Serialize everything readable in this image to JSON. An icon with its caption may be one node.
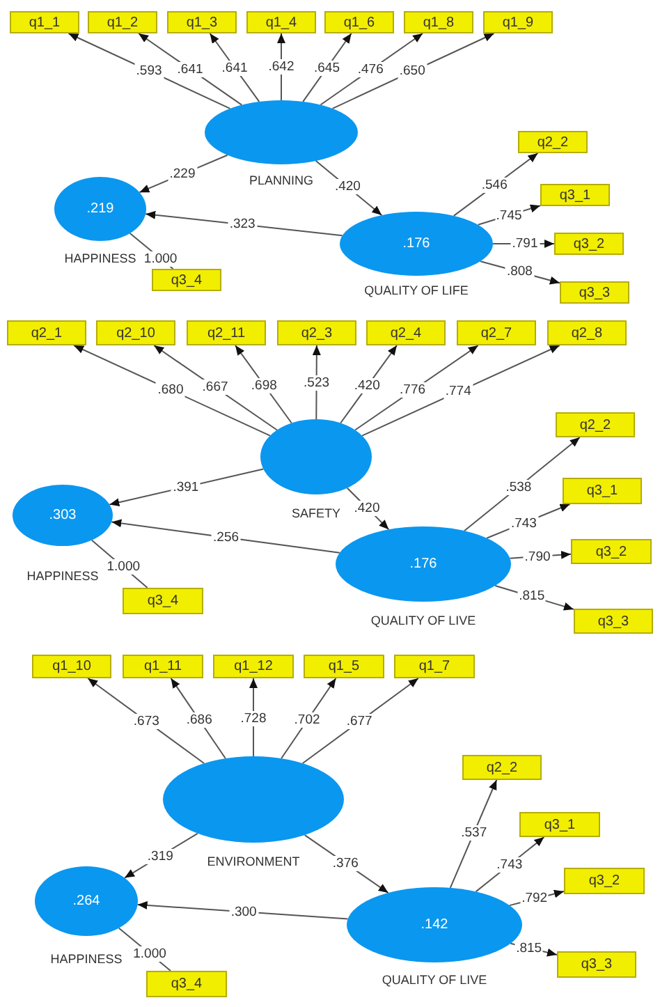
{
  "diagram": {
    "nodes": [
      {
        "text": [
          "q1_1"
        ]
      },
      {
        "text": [
          "q1_2"
        ]
      },
      {
        "text": [
          "q1_3"
        ]
      },
      {
        "text": [
          "q1_4"
        ]
      },
      {
        "text": [
          "q1_6"
        ]
      },
      {
        "text": [
          "q1_8"
        ]
      },
      {
        "text": [
          "q1_9"
        ]
      },
      {
        "text": [
          "PLANNING"
        ]
      },
      {
        "text": [
          ".219",
          "HAPPINESS"
        ]
      },
      {
        "text": [
          "q3_4"
        ]
      },
      {
        "text": [
          ".176",
          "QUALITY OF LIFE"
        ]
      },
      {
        "text": [
          "q2_2"
        ]
      },
      {
        "text": [
          "q3_1"
        ]
      },
      {
        "text": [
          "q3_2"
        ]
      },
      {
        "text": [
          "q3_3"
        ]
      },
      {
        "text": [
          "q2_1"
        ]
      },
      {
        "text": [
          "q2_10"
        ]
      },
      {
        "text": [
          "q2_11"
        ]
      },
      {
        "text": [
          "q2_3"
        ]
      },
      {
        "text": [
          "q2_4"
        ]
      },
      {
        "text": [
          "q2_7"
        ]
      },
      {
        "text": [
          "q2_8"
        ]
      },
      {
        "text": [
          "SAFETY"
        ]
      },
      {
        "text": [
          ".303",
          "HAPPINESS"
        ]
      },
      {
        "text": [
          "q3_4"
        ]
      },
      {
        "text": [
          ".176",
          "QUALITY OF LIVE"
        ]
      },
      {
        "text": [
          "q2_2"
        ]
      },
      {
        "text": [
          "q3_1"
        ]
      },
      {
        "text": [
          "q3_2"
        ]
      },
      {
        "text": [
          "q3_3"
        ]
      },
      {
        "text": [
          "q1_10"
        ]
      },
      {
        "text": [
          "q1_11"
        ]
      },
      {
        "text": [
          "q1_12"
        ]
      },
      {
        "text": [
          "q1_5"
        ]
      },
      {
        "text": [
          "q1_7"
        ]
      },
      {
        "text": [
          "ENVIRONMENT"
        ]
      },
      {
        "text": [
          ".264",
          "HAPPINESS"
        ]
      },
      {
        "text": [
          "q3_4"
        ]
      },
      {
        "text": [
          ".142",
          "QUALITY OF LIVE"
        ]
      },
      {
        "text": [
          "q2_2"
        ]
      },
      {
        "text": [
          "q3_1"
        ]
      },
      {
        "text": [
          "q3_2"
        ]
      },
      {
        "text": [
          "q3_3"
        ]
      }
    ],
    "edges": [
      {
        "from": 7,
        "to": 0,
        "arrow": "to",
        "label": ".593"
      },
      {
        "from": 7,
        "to": 1,
        "arrow": "to",
        "label": ".641"
      },
      {
        "from": 7,
        "to": 2,
        "arrow": "to",
        "label": ".641"
      },
      {
        "from": 7,
        "to": 3,
        "arrow": "to",
        "label": ".642"
      },
      {
        "from": 7,
        "to": 4,
        "arrow": "to",
        "label": ".645"
      },
      {
        "from": 7,
        "to": 5,
        "arrow": "to",
        "label": ".476"
      },
      {
        "from": 7,
        "to": 6,
        "arrow": "to",
        "label": ".650"
      },
      {
        "from": 7,
        "to": 8,
        "arrow": "to",
        "label": ".229"
      },
      {
        "from": 7,
        "to": 10,
        "arrow": "to",
        "label": ".420"
      },
      {
        "from": 10,
        "to": 8,
        "arrow": "to",
        "label": ".323"
      },
      {
        "from": 8,
        "to": 9,
        "arrow": "none",
        "label": "1.000"
      },
      {
        "from": 10,
        "to": 11,
        "arrow": "to",
        "label": ".546"
      },
      {
        "from": 10,
        "to": 12,
        "arrow": "to",
        "label": ".745"
      },
      {
        "from": 10,
        "to": 13,
        "arrow": "to",
        "label": ".791"
      },
      {
        "from": 10,
        "to": 14,
        "arrow": "to",
        "label": ".808"
      },
      {
        "from": 22,
        "to": 15,
        "arrow": "to",
        "label": ".680"
      },
      {
        "from": 22,
        "to": 16,
        "arrow": "to",
        "label": ".667"
      },
      {
        "from": 22,
        "to": 17,
        "arrow": "to",
        "label": ".698"
      },
      {
        "from": 22,
        "to": 18,
        "arrow": "to",
        "label": ".523"
      },
      {
        "from": 22,
        "to": 19,
        "arrow": "to",
        "label": ".420"
      },
      {
        "from": 22,
        "to": 20,
        "arrow": "to",
        "label": ".776"
      },
      {
        "from": 22,
        "to": 21,
        "arrow": "to",
        "label": ".774"
      },
      {
        "from": 22,
        "to": 23,
        "arrow": "to",
        "label": ".391"
      },
      {
        "from": 22,
        "to": 25,
        "arrow": "to",
        "label": ".420"
      },
      {
        "from": 25,
        "to": 23,
        "arrow": "to",
        "label": ".256"
      },
      {
        "from": 23,
        "to": 24,
        "arrow": "none",
        "label": "1.000"
      },
      {
        "from": 25,
        "to": 26,
        "arrow": "to",
        "label": ".538"
      },
      {
        "from": 25,
        "to": 27,
        "arrow": "to",
        "label": ".743"
      },
      {
        "from": 25,
        "to": 28,
        "arrow": "to",
        "label": ".790"
      },
      {
        "from": 25,
        "to": 29,
        "arrow": "to",
        "label": ".815"
      },
      {
        "from": 35,
        "to": 30,
        "arrow": "to",
        "label": ".673"
      },
      {
        "from": 35,
        "to": 31,
        "arrow": "to",
        "label": ".686"
      },
      {
        "from": 35,
        "to": 32,
        "arrow": "to",
        "label": ".728"
      },
      {
        "from": 35,
        "to": 33,
        "arrow": "to",
        "label": ".702"
      },
      {
        "from": 35,
        "to": 34,
        "arrow": "to",
        "label": ".677"
      },
      {
        "from": 35,
        "to": 36,
        "arrow": "to",
        "label": ".319"
      },
      {
        "from": 35,
        "to": 38,
        "arrow": "to",
        "label": ".376"
      },
      {
        "from": 38,
        "to": 36,
        "arrow": "to",
        "label": ".300"
      },
      {
        "from": 36,
        "to": 37,
        "arrow": "none",
        "label": "1.000"
      },
      {
        "from": 38,
        "to": 39,
        "arrow": "to",
        "label": ".537"
      },
      {
        "from": 38,
        "to": 40,
        "arrow": "to",
        "label": ".743"
      },
      {
        "from": 38,
        "to": 41,
        "arrow": "to",
        "label": ".792"
      },
      {
        "from": 38,
        "to": 42,
        "arrow": "to",
        "label": ".815"
      }
    ]
  }
}
